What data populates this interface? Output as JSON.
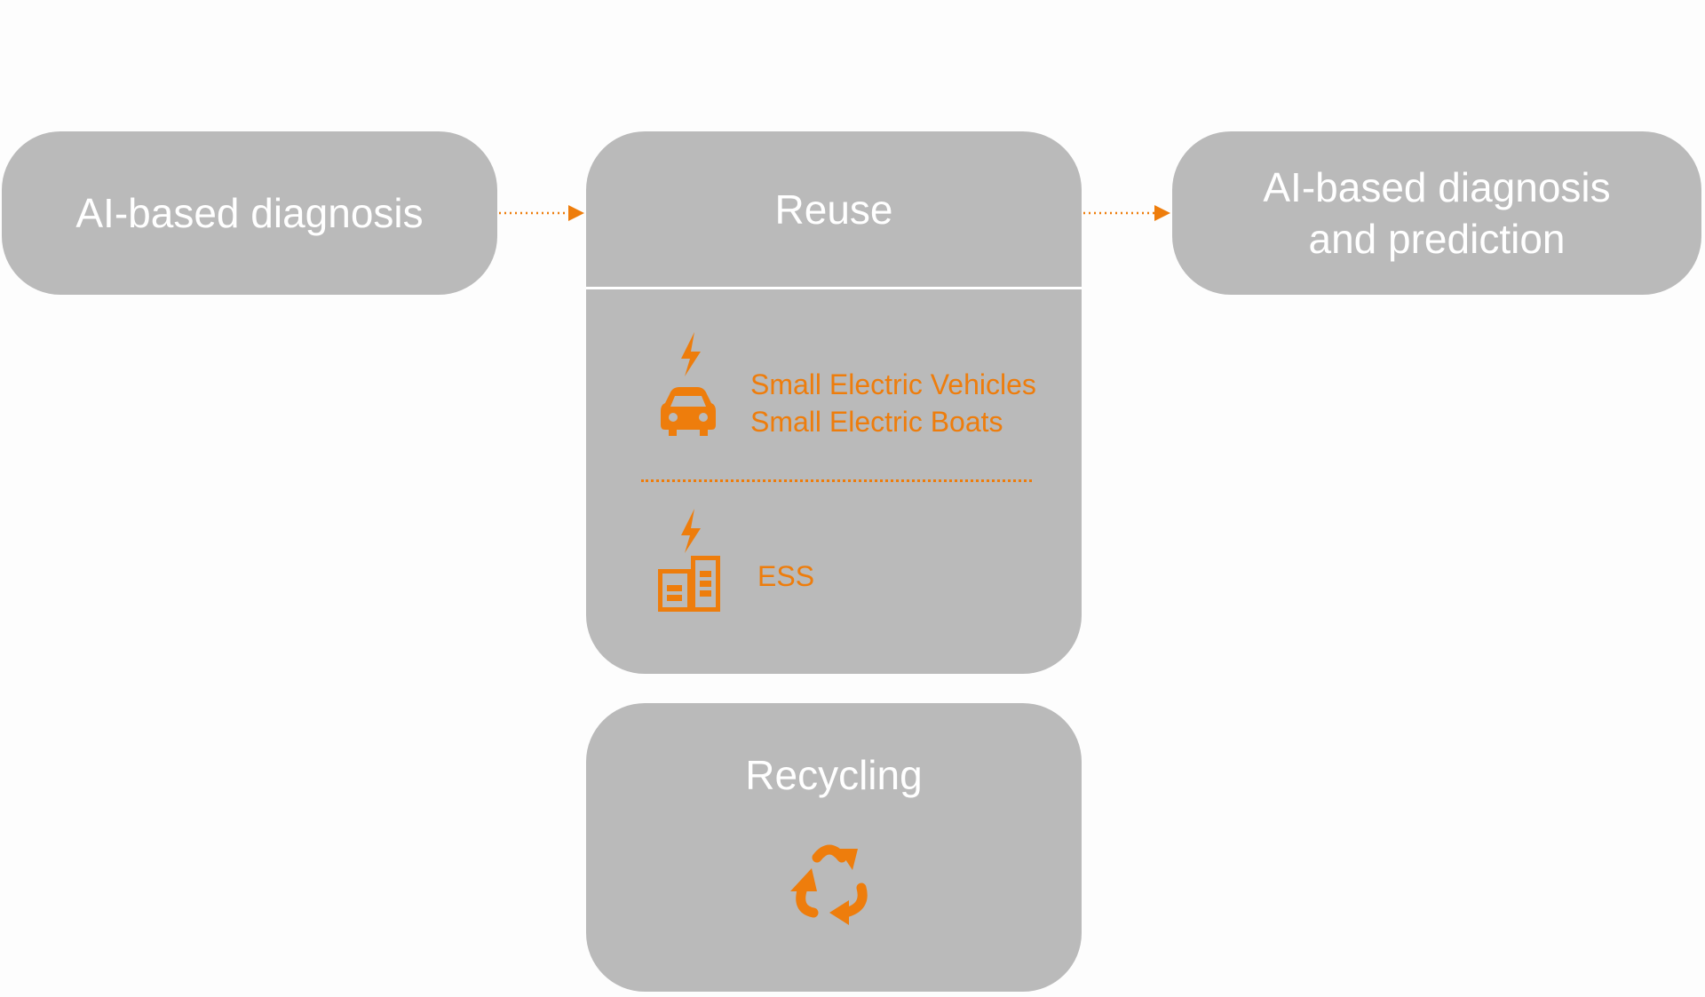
{
  "stages": {
    "left": {
      "label": "AI-based diagnosis"
    },
    "reuse": {
      "title": "Reuse",
      "items": [
        {
          "icon": "charging-car-icon",
          "lines": [
            "Small Electric Vehicles",
            "Small Electric Boats"
          ]
        },
        {
          "icon": "energy-storage-icon",
          "lines": [
            "ESS"
          ]
        }
      ]
    },
    "right": {
      "label": "AI-based diagnosis\nand prediction"
    },
    "recycling": {
      "title": "Recycling",
      "icon": "recycle-icon"
    }
  },
  "colors": {
    "box": "#bababa",
    "accent": "#ee7d0c",
    "text": "#ffffff",
    "background": "#fdfdfd"
  }
}
